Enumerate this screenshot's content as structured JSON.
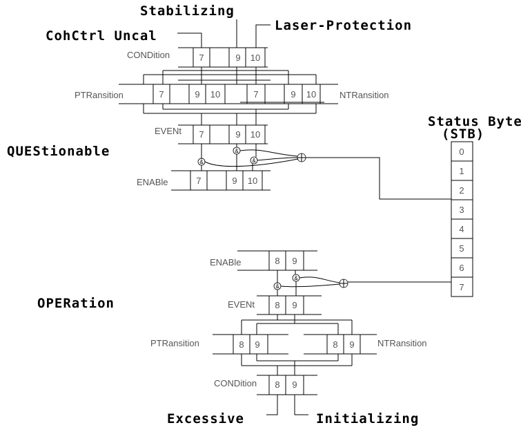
{
  "labels": {
    "stabilizing": "Stabilizing",
    "cohctrl_uncal": "CohCtrl Uncal",
    "laser_protection": "Laser-Protection",
    "questionable": "QUEStionable",
    "operation": "OPERation",
    "status_byte": "Status Byte",
    "stb": "(STB)",
    "excessive": "Excessive",
    "initializing": "Initializing"
  },
  "registers": {
    "condition": "CONDition",
    "ptransition": "PTRansition",
    "ntransition": "NTRansition",
    "event": "EVENt",
    "enable": "ENABle"
  },
  "questionable_bits": [
    "7",
    "9",
    "10"
  ],
  "operation_bits": [
    "8",
    "9"
  ],
  "stb_bits": [
    "0",
    "1",
    "2",
    "3",
    "4",
    "5",
    "6",
    "7"
  ],
  "symbols": {
    "and": "and-gate-icon",
    "or": "or-gate-icon"
  }
}
